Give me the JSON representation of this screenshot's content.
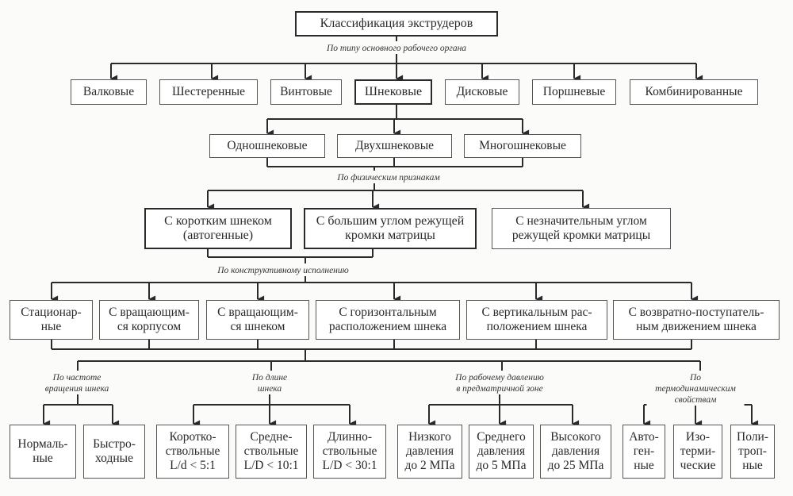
{
  "title": "Классификация экструдеров",
  "criteria": {
    "by_working_organ": "По типу основного рабочего органа",
    "by_physical": "По физическим признакам",
    "by_design": "По конструктивному исполнению",
    "by_rotation_freq": "По частоте\nвращения шнека",
    "by_length": "По длине\nшнека",
    "by_pressure": "По рабочему давлению\nв предматричной зоне",
    "by_thermo": "По термодинамическим\nсвойствам"
  },
  "level1": [
    "Валковые",
    "Шестеренные",
    "Винтовые",
    "Шнековые",
    "Дисковые",
    "Поршневые",
    "Комбинированные"
  ],
  "level2": [
    "Одношнековые",
    "Двухшнековые",
    "Многошнековые"
  ],
  "level3": [
    "С коротким шнеком\n(автогенные)",
    "С большим углом режущей\nкромки матрицы",
    "С незначительным углом\nрежущей кромки матрицы"
  ],
  "level4": [
    "Стационар-\nные",
    "С вращающим-\nся корпусом",
    "С вращающим-\nся шнеком",
    "С горизонтальным\nрасположением шнека",
    "С вертикальным рас-\nположением шнека",
    "С возвратно-поступатель-\nным движением шнека"
  ],
  "level5": {
    "rotation": [
      "Нормаль-\nные",
      "Быстро-\nходные"
    ],
    "length": [
      "Коротко-\nствольные\nL/d < 5:1",
      "Средне-\nствольные\nL/D < 10:1",
      "Длинно-\nствольные\nL/D < 30:1"
    ],
    "pressure": [
      "Низкого\nдавления\nдо 2 МПа",
      "Среднего\nдавления\nдо 5 МПа",
      "Высокого\nдавления\nдо 25 МПа"
    ],
    "thermo": [
      "Авто-\nген-\nные",
      "Изо-\nтерми-\nческие",
      "Поли-\nтроп-\nные"
    ]
  }
}
